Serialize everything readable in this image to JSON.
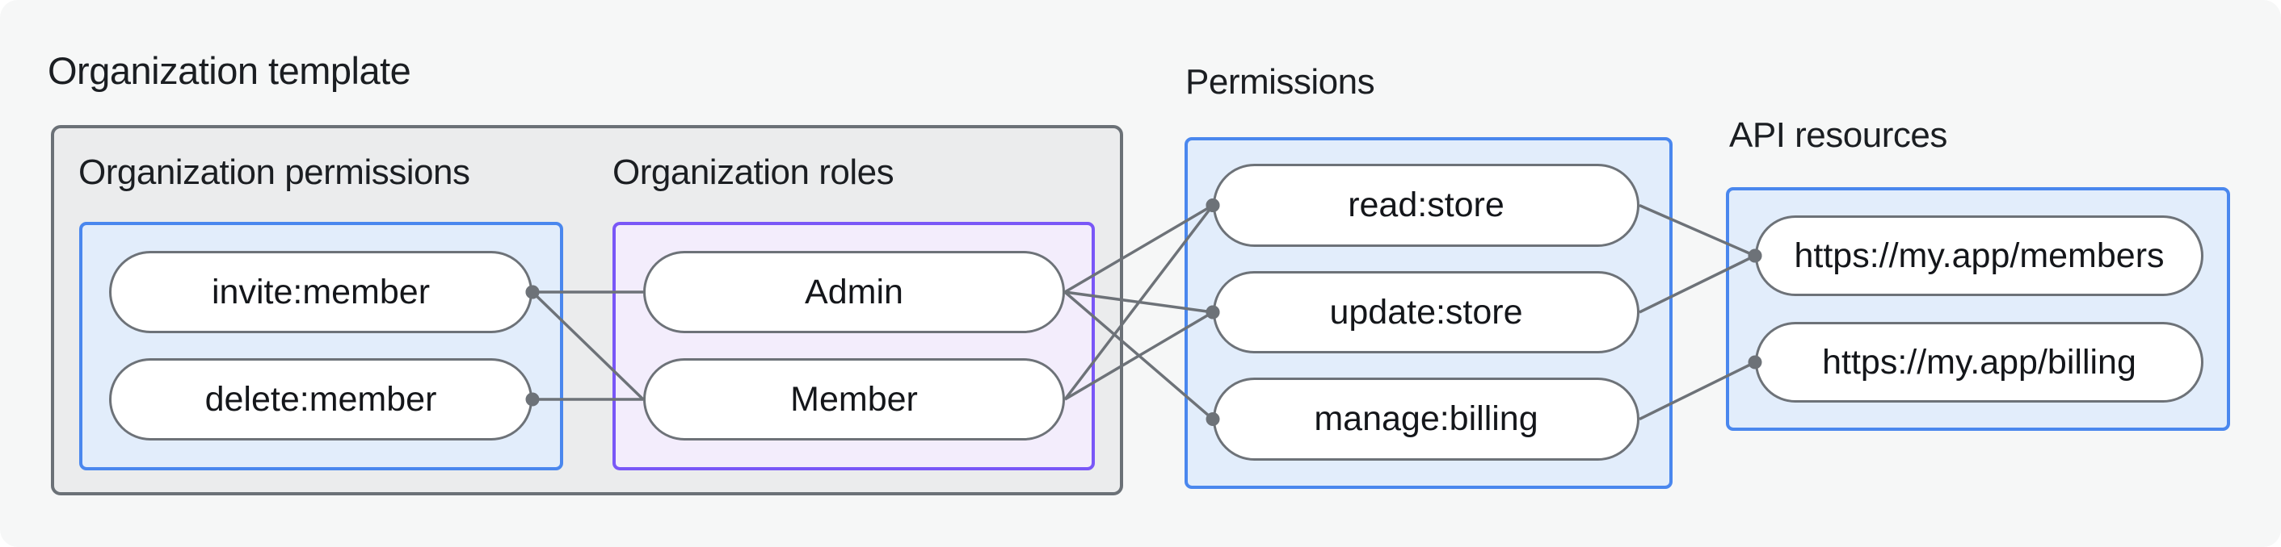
{
  "title": "Organization template",
  "sections": {
    "org_permissions": {
      "heading": "Organization permissions"
    },
    "org_roles": {
      "heading": "Organization roles"
    },
    "permissions": {
      "heading": "Permissions"
    },
    "api_resources": {
      "heading": "API resources"
    }
  },
  "nodes": {
    "invite_member": {
      "label": "invite:member"
    },
    "delete_member": {
      "label": "delete:member"
    },
    "admin": {
      "label": "Admin"
    },
    "member": {
      "label": "Member"
    },
    "read_store": {
      "label": "read:store"
    },
    "update_store": {
      "label": "update:store"
    },
    "manage_billing": {
      "label": "manage:billing"
    },
    "members_api": {
      "label": "https://my.app/members"
    },
    "billing_api": {
      "label": "https://my.app/billing"
    }
  },
  "edges": [
    {
      "from": "invite_member",
      "to": "admin",
      "dot": "from"
    },
    {
      "from": "invite_member",
      "to": "member",
      "dot": "from"
    },
    {
      "from": "delete_member",
      "to": "member",
      "dot": "from"
    },
    {
      "from": "admin",
      "to": "read_store",
      "dot": "to"
    },
    {
      "from": "admin",
      "to": "update_store",
      "dot": "to"
    },
    {
      "from": "admin",
      "to": "manage_billing",
      "dot": "to"
    },
    {
      "from": "member",
      "to": "read_store",
      "dot": "to"
    },
    {
      "from": "member",
      "to": "update_store",
      "dot": "to"
    },
    {
      "from": "read_store",
      "to": "members_api",
      "dot": "to"
    },
    {
      "from": "update_store",
      "to": "members_api",
      "dot": "to"
    },
    {
      "from": "manage_billing",
      "to": "billing_api",
      "dot": "to"
    }
  ],
  "colors": {
    "canvas_bg": "#f6f7f7",
    "container_fill": "#ebeced",
    "container_border": "#6b7177",
    "blue_border": "#4a87ee",
    "blue_fill": "#e2edfb",
    "purple_border": "#7957f7",
    "purple_fill": "#f3edfc",
    "pill_border": "#6d7278",
    "line": "#6d7278",
    "text": "#14161a",
    "heading": "#1b1e22"
  },
  "edge_style": {
    "line_width": 3.5,
    "dot_radius": 8.5
  }
}
